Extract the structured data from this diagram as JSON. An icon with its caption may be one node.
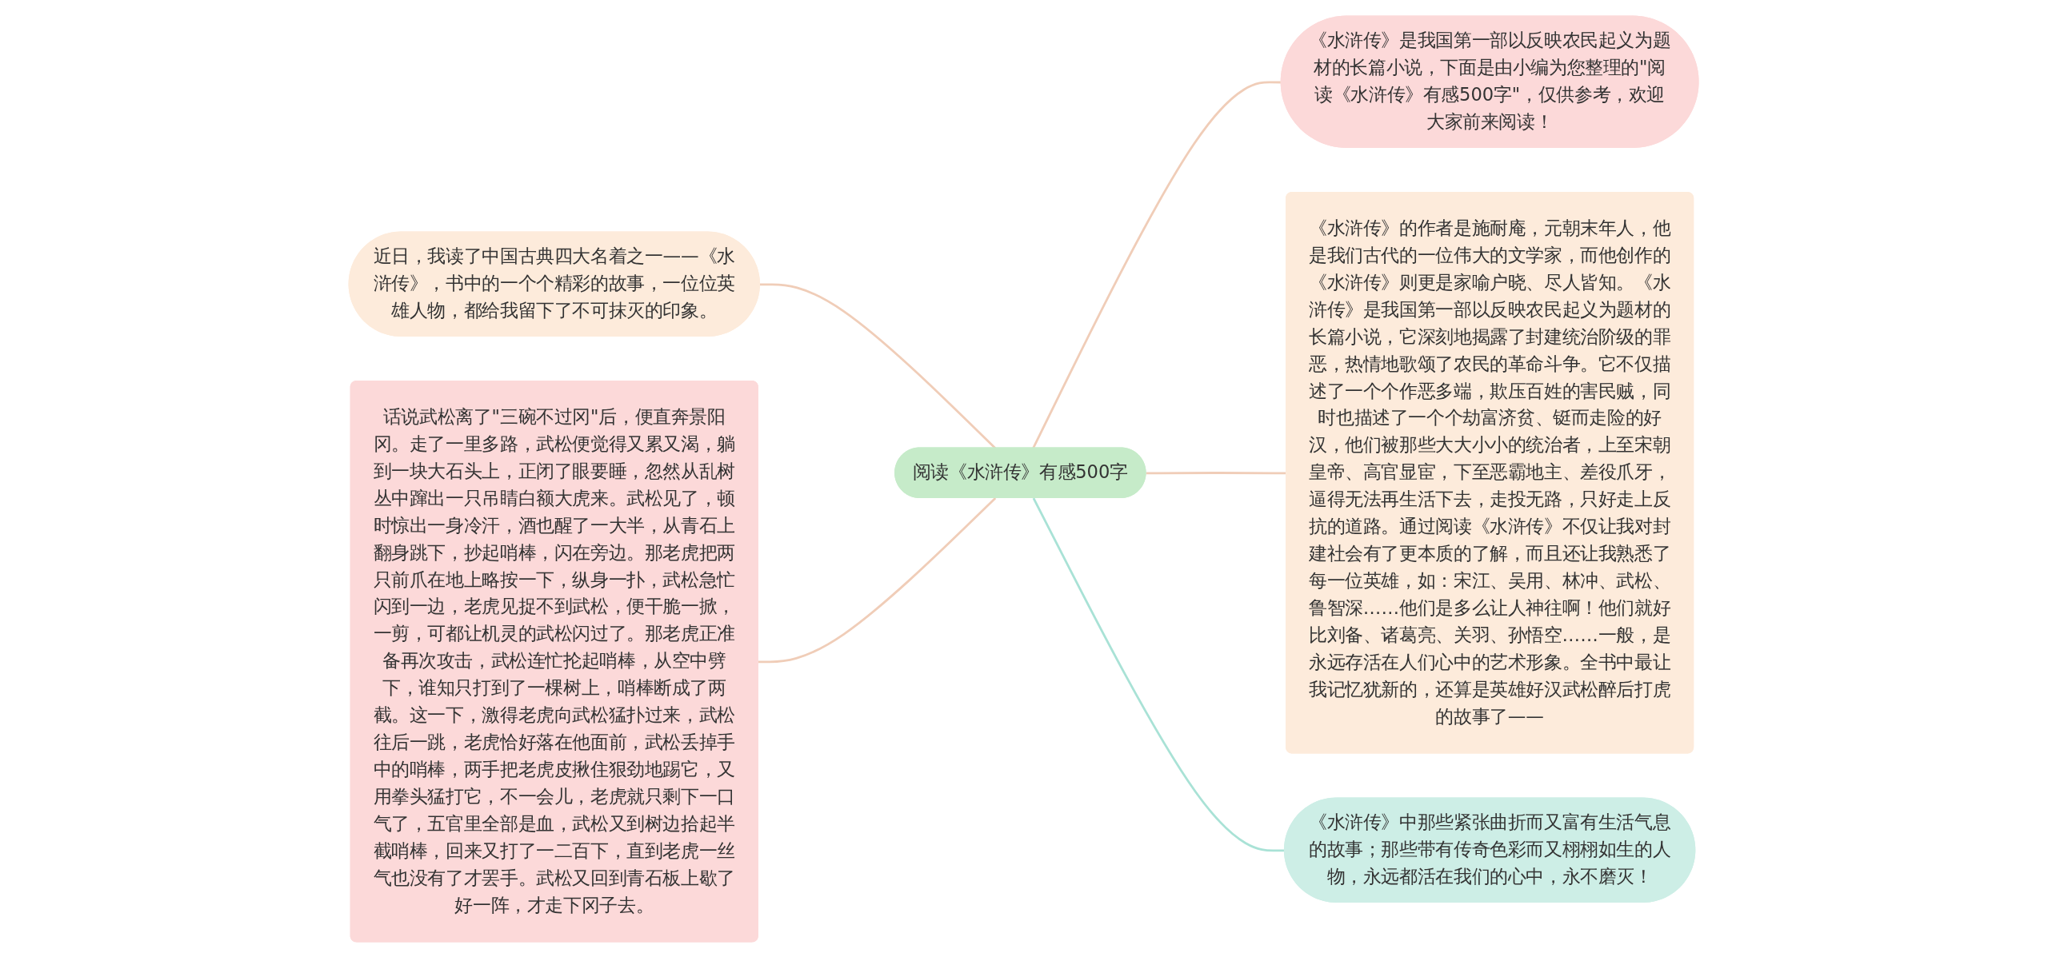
{
  "diagram": {
    "nodes": [
      {
        "text": [
          "阅读《水浒传》有感500字"
        ]
      },
      {
        "text": [
          "《水浒传》是我国第一部以反映农民起义为题材的长篇小说，下面是由小编为您整理的\"阅读《水浒传》有感500字\"，仅供参考，欢迎大家前来阅读！"
        ]
      },
      {
        "text": [
          "《水浒传》的作者是施耐庵，元朝末年人，他是我们古代的一位伟大的文学家，而他创作的《水浒传》则更是家喻户晓、尽人皆知。《水浒传》是我国第一部以反映农民起义为题材的长篇小说，它深刻地揭露了封建统治阶级的罪恶，热情地歌颂了农民的革命斗争。它不仅描述了一个个作恶多端，欺压百姓的害民贼，同时也描述了一个个劫富济贫、铤而走险的好汉，他们被那些大大小小的统治者，上至宋朝皇帝、高官显宦，下至恶霸地主、差役爪牙，逼得无法再生活下去，走投无路，只好走上反抗的道路。通过阅读《水浒传》不仅让我对封建社会有了更本质的了解，而且还让我熟悉了每一位英雄，如：宋江、吴用、林冲、武松、鲁智深……他们是多么让人神往啊！他们就好比刘备、诸葛亮、关羽、孙悟空……一般，是永远存活在人们心中的艺术形象。全书中最让我记忆犹新的，还算是英雄好汉武松醉后打虎的故事了——"
        ]
      },
      {
        "text": [
          "《水浒传》中那些紧张曲折而又富有生活气息的故事；那些带有传奇色彩而又栩栩如生的人物，永远都活在我们的心中，永不磨灭！"
        ]
      },
      {
        "text": [
          "近日，我读了中国古典四大名着之一——《水浒传》，书中的一个个精彩的故事，一位位英雄人物，都给我留下了不可抹灭的印象。"
        ]
      },
      {
        "text": [
          "话说武松离了\"三碗不过冈\"后，便直奔景阳冈。走了一里多路，武松便觉得又累又渴，躺到一块大石头上，正闭了眼要睡，忽然从乱树丛中蹿出一只吊睛白额大虎来。武松见了，顿时惊出一身冷汗，酒也醒了一大半，从青石上翻身跳下，抄起哨棒，闪在旁边。那老虎把两只前爪在地上略按一下，纵身一扑，武松急忙闪到一边，老虎见捉不到武松，便干脆一掀，一剪，可都让机灵的武松闪过了。那老虎正准备再次攻击，武松连忙抡起哨棒，从空中劈下，谁知只打到了一棵树上，哨棒断成了两截。这一下，激得老虎向武松猛扑过来，武松往后一跳，老虎恰好落在他面前，武松丢掉手中的哨棒，两手把老虎皮揪住狠劲地踢它，又用拳头猛打它，不一会儿，老虎就只剩下一口气了，五官里全部是血，武松又到树边拾起半截哨棒，回来又打了一二百下，直到老虎一丝气也没有了才罢手。武松又回到青石板上歇了好一阵，才走下冈子去。"
        ]
      }
    ],
    "edges": [
      {
        "from": 0,
        "to": 1,
        "arrow": "none"
      },
      {
        "from": 0,
        "to": 2,
        "arrow": "none"
      },
      {
        "from": 0,
        "to": 3,
        "arrow": "none",
        "color": "#a9e2d6"
      },
      {
        "from": 4,
        "to": 0,
        "arrow": "none"
      },
      {
        "from": 5,
        "to": 0,
        "arrow": "none"
      }
    ]
  }
}
